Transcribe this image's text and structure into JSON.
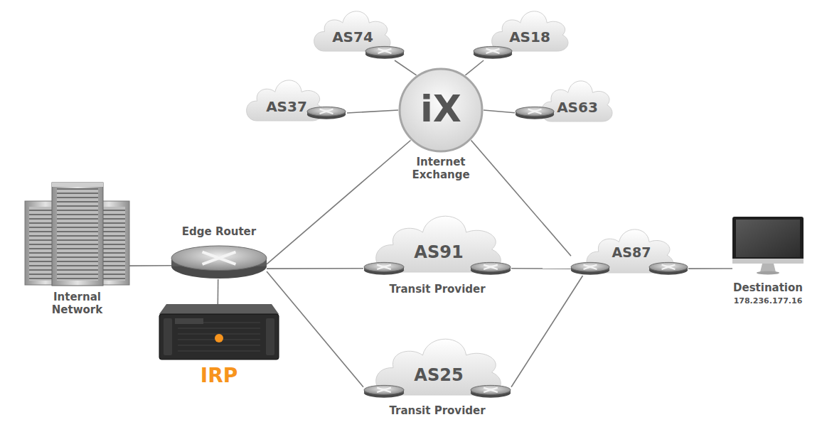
{
  "diagram": {
    "nodes": [
      {
        "text": [
          "AS74"
        ]
      },
      {
        "text": [
          "AS18"
        ]
      },
      {
        "text": [
          "AS37"
        ]
      },
      {
        "text": [
          "iX",
          "Internet Exchange"
        ]
      },
      {
        "text": [
          "AS63"
        ]
      },
      {
        "text": [
          "Internal Network"
        ]
      },
      {
        "text": [
          "Edge Router"
        ]
      },
      {
        "text": [
          "AS91",
          "Transit Provider"
        ]
      },
      {
        "text": [
          "AS87"
        ]
      },
      {
        "text": [
          "Destination",
          "178.236.177.16"
        ]
      },
      {
        "text": [
          "IRP"
        ]
      },
      {
        "text": [
          "AS25",
          "Transit Provider"
        ]
      }
    ],
    "edges": [
      {
        "from": 3,
        "to": 0,
        "arrow": "none"
      },
      {
        "from": 3,
        "to": 1,
        "arrow": "none"
      },
      {
        "from": 3,
        "to": 2,
        "arrow": "none"
      },
      {
        "from": 3,
        "to": 4,
        "arrow": "none"
      },
      {
        "from": 5,
        "to": 6,
        "arrow": "none"
      },
      {
        "from": 6,
        "to": 10,
        "arrow": "none"
      },
      {
        "from": 6,
        "to": 3,
        "arrow": "none"
      },
      {
        "from": 6,
        "to": 7,
        "arrow": "none"
      },
      {
        "from": 6,
        "to": 11,
        "arrow": "none"
      },
      {
        "from": 3,
        "to": 8,
        "arrow": "none"
      },
      {
        "from": 7,
        "to": 8,
        "arrow": "none"
      },
      {
        "from": 11,
        "to": 8,
        "arrow": "none"
      },
      {
        "from": 8,
        "to": 9,
        "arrow": "none"
      }
    ]
  }
}
